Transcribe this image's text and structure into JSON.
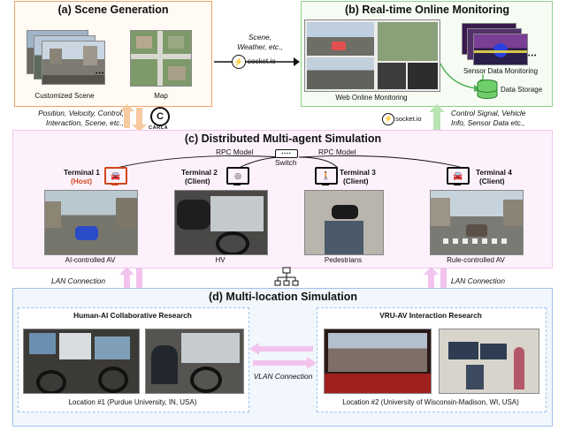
{
  "scene_generation": {
    "title": "(a) Scene Generation",
    "customized_scene_label": "Customized Scene",
    "map_label": "Map",
    "dots": "•••"
  },
  "monitoring": {
    "title": "(b) Real-time Online Monitoring",
    "web_label": "Web Online Monitoring",
    "sensor_label": "Sensor Data Monitoring",
    "storage_label": "Data Storage",
    "dots": "•••"
  },
  "link_top": {
    "line1": "Scene,",
    "line2": "Weather, etc.,",
    "socket": "socket.io"
  },
  "link_left": {
    "line1": "Position, Velocity, Control,",
    "line2": "Interaction, Scene, etc.,",
    "carla": "CARLA"
  },
  "link_right": {
    "socket": "socket.io",
    "line1": "Control Signal, Vehicle",
    "line2": "Info, Sensor Data etc.,"
  },
  "simulation": {
    "title": "(c) Distributed Multi-agent Simulation",
    "rpc_left": "RPC Model",
    "rpc_right": "RPC Model",
    "switch": "Switch",
    "terminals": [
      {
        "name": "Terminal 1",
        "role": "(Host)",
        "caption": "AI-controlled AV"
      },
      {
        "name": "Terminal 2",
        "role": "(Client)",
        "caption": "HV"
      },
      {
        "name": "Terminal 3",
        "role": "(Client)",
        "caption": "Pedestrians"
      },
      {
        "name": "Terminal 4",
        "role": "(Client)",
        "caption": "Rule-controlled AV"
      }
    ]
  },
  "lan_left": "LAN Connection",
  "lan_right": "LAN Connection",
  "multi_location": {
    "title": "(d) Multi-location Simulation",
    "vlan": "VLAN Connection",
    "left": {
      "title": "Human-AI Collaborative Research",
      "location": "Location #1 (Purdue University, IN, USA)"
    },
    "right": {
      "title": "VRU-AV Interaction Research",
      "location": "Location #2 (University of Wisconsin-Madison, WI, USA)"
    }
  },
  "colors": {
    "orange": "#f0a46a",
    "green": "#8fd08a",
    "pink": "#f3c3ee",
    "blue": "#9ec3ea",
    "host_red": "#d2451a"
  }
}
